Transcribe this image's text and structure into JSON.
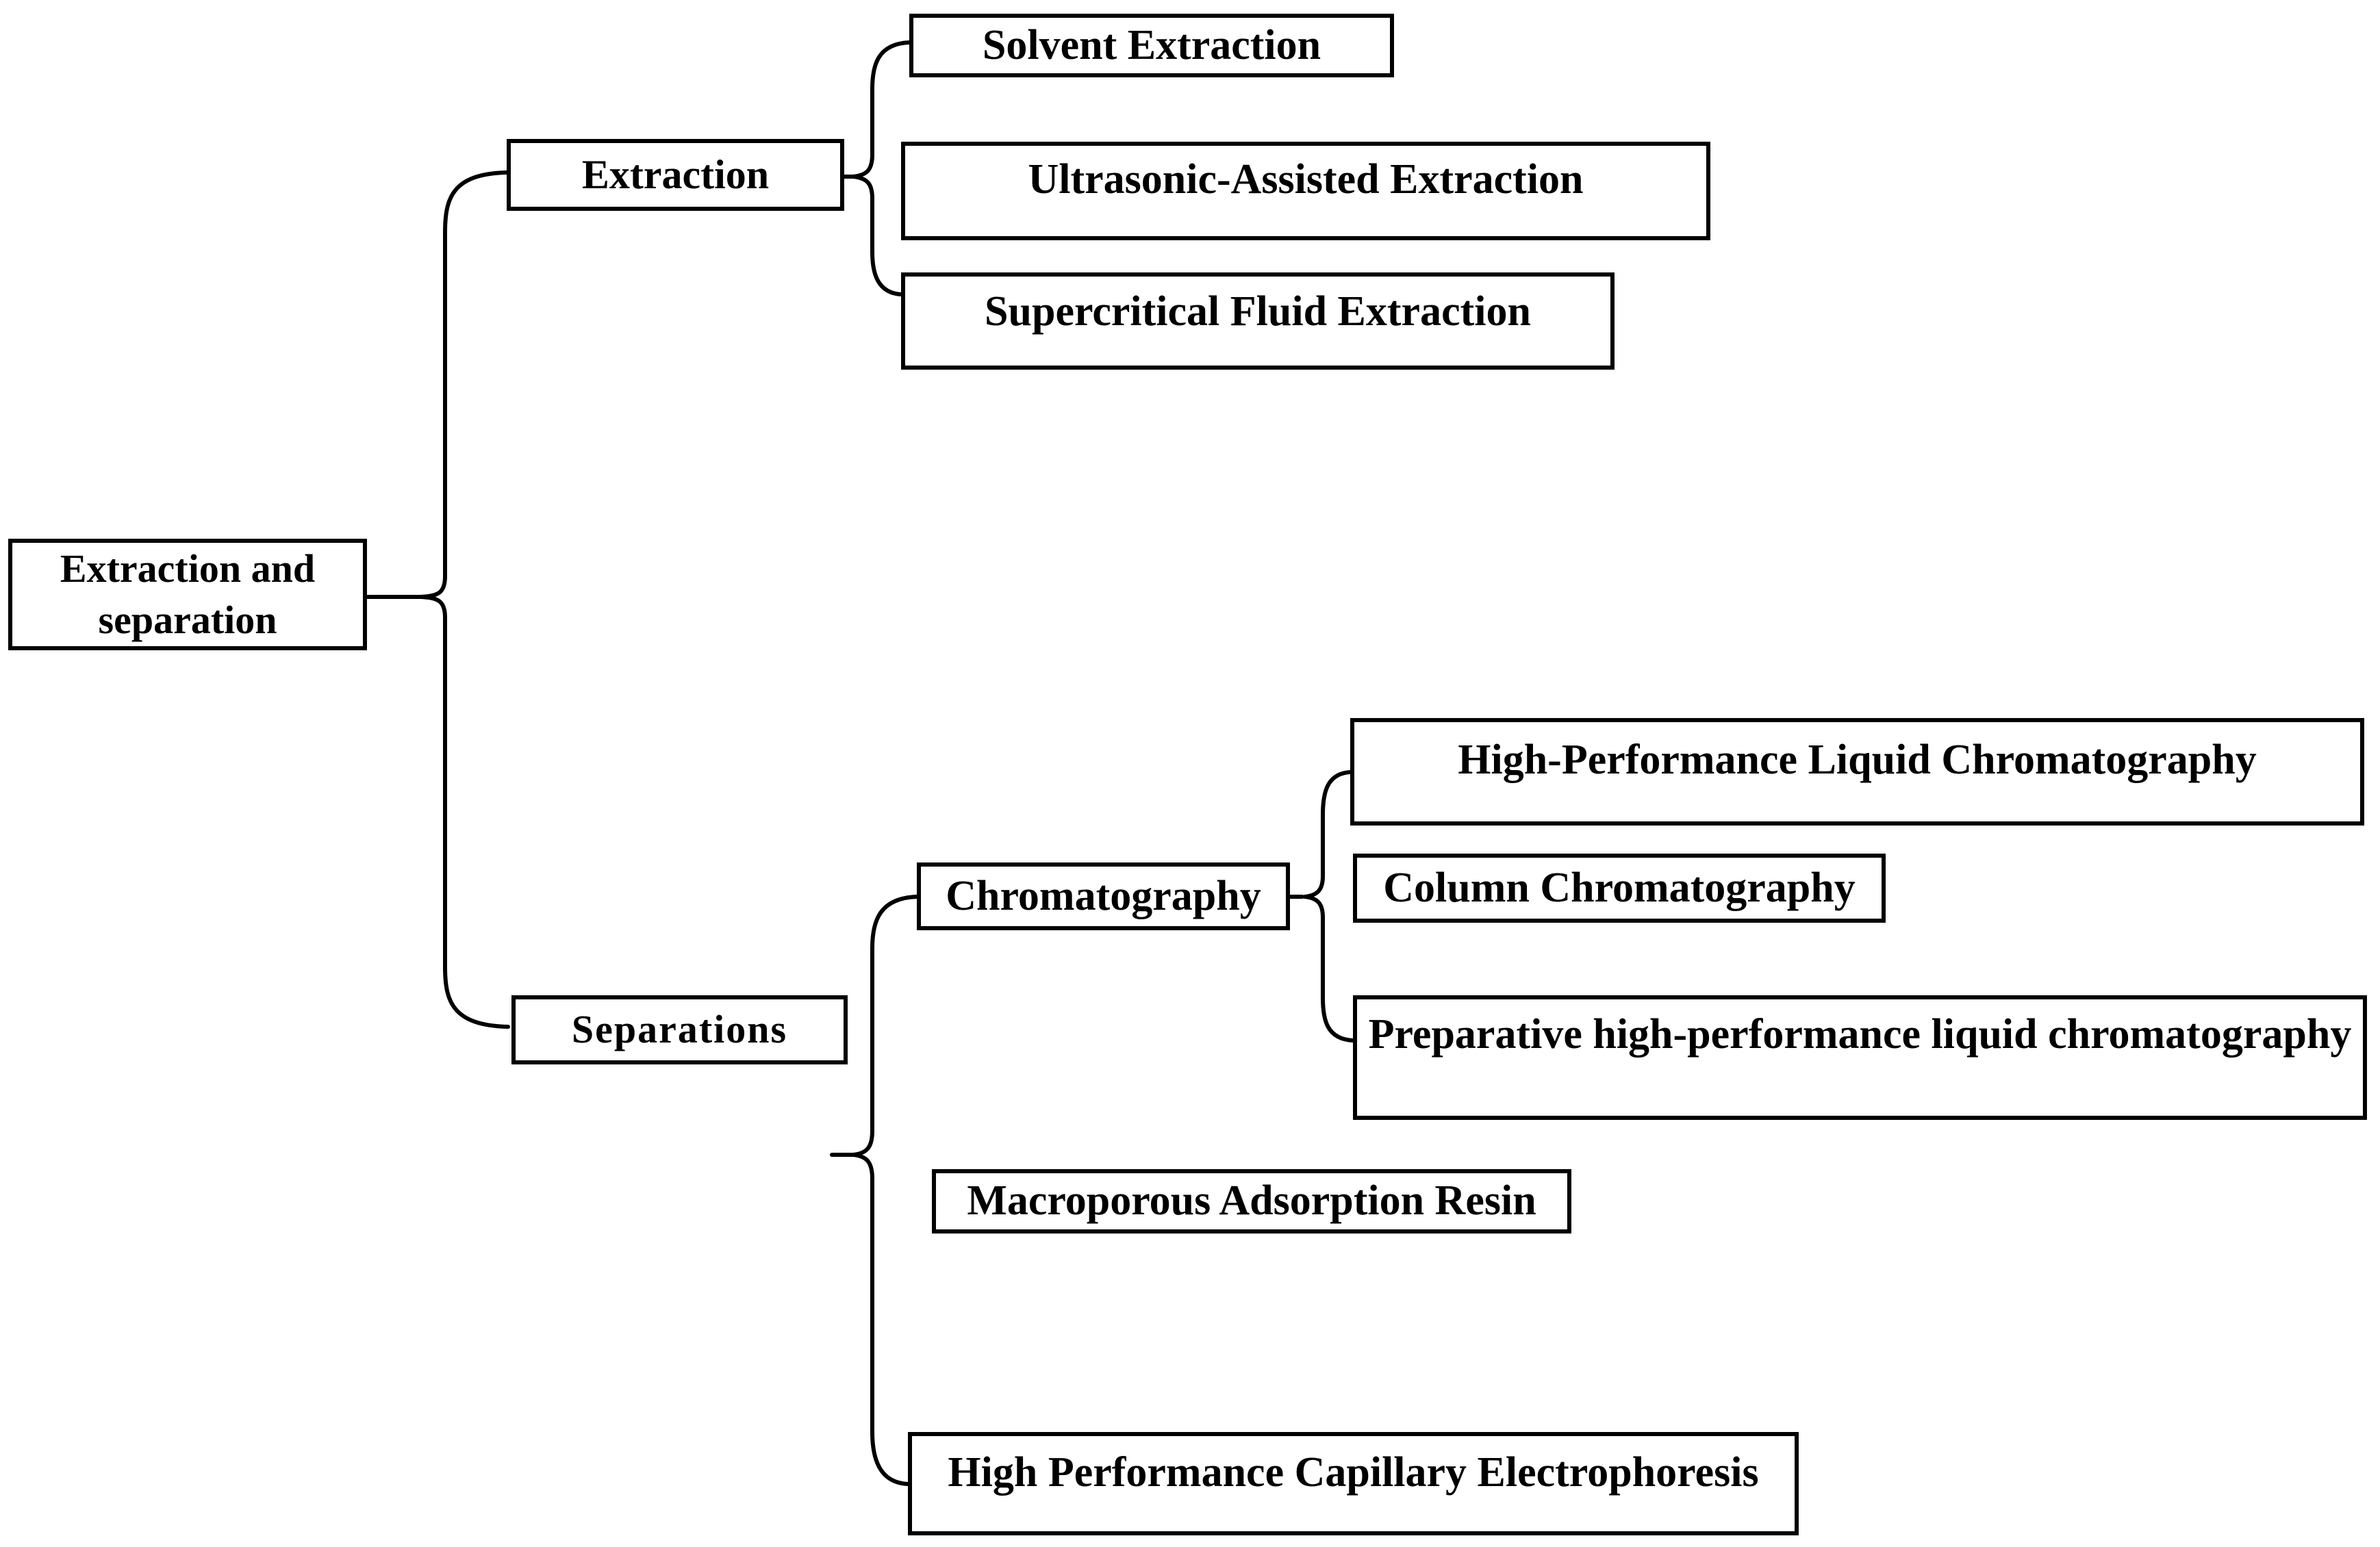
{
  "diagram": {
    "type": "hierarchy-tree",
    "root": {
      "label": "Extraction and separation"
    },
    "branches": [
      {
        "label": "Extraction",
        "children": [
          "Solvent Extraction",
          "Ultrasonic-Assisted Extraction",
          "Supercritical Fluid Extraction"
        ]
      },
      {
        "label": "Separations",
        "children": [
          {
            "label": "Chromatography",
            "children": [
              "High-Performance Liquid Chromatography",
              "Column Chromatography",
              "Preparative high-performance liquid chromatography"
            ]
          },
          "Macroporous Adsorption Resin",
          "High Performance Capillary Electrophoresis"
        ]
      }
    ]
  },
  "nodes": {
    "root": "Extraction and separation",
    "extraction": "Extraction",
    "solvent": "Solvent Extraction",
    "ultrasonic": "Ultrasonic-Assisted Extraction",
    "supercritical": "Supercritical Fluid Extraction",
    "separations": "Separations",
    "chromatography": "Chromatography",
    "hplc": "High-Performance Liquid Chromatography",
    "column": "Column Chromatography",
    "preparative": "Preparative high-performance liquid chromatography",
    "macroporous": "Macroporous Adsorption Resin",
    "hpce": "High Performance Capillary Electrophoresis"
  },
  "colors": {
    "background": "#ffffff",
    "line": "#000000",
    "box_border": "#000000",
    "text": "#000000"
  }
}
